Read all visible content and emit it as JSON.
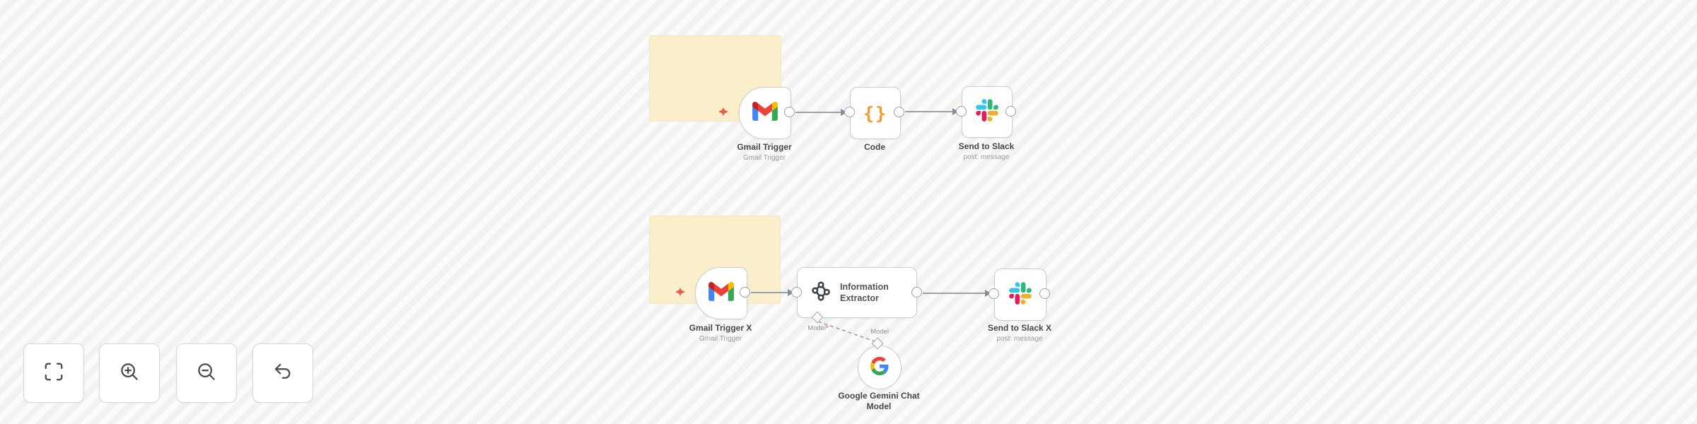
{
  "workflow_top": {
    "gmail_trigger": {
      "label": "Gmail Trigger",
      "subtitle": "Gmail Trigger"
    },
    "code": {
      "label": "Code"
    },
    "send_to_slack": {
      "label": "Send to Slack",
      "subtitle": "post: message"
    }
  },
  "workflow_bottom": {
    "gmail_trigger_x": {
      "label": "Gmail Trigger X",
      "subtitle": "Gmail Trigger"
    },
    "information_extractor": {
      "title": "Information Extractor"
    },
    "send_to_slack_x": {
      "label": "Send to Slack X",
      "subtitle": "post: message"
    },
    "google_gemini_chat_model": {
      "label": "Google Gemini Chat Model"
    },
    "model_output_port_label": "Model",
    "model_required_marker": "*",
    "model_input_port_label": "Model"
  },
  "icons": {
    "code_braces_glyph": "{}",
    "node_icons": [
      "gmail-icon",
      "code-braces-icon",
      "slack-icon",
      "information-extractor-icon",
      "google-icon"
    ],
    "control_icons": [
      "fit-view-icon",
      "zoom-in-icon",
      "zoom-out-icon",
      "undo-icon"
    ],
    "sparkle_icon": "ai-sparkle"
  },
  "colors": {
    "canvas_bg": "#f6f6f6",
    "sticky_note": "#faeecb",
    "sparkle": "#e85c49",
    "code_orange": "#f59b33",
    "node_border": "#c9ced6",
    "connector": "#9aa1ab",
    "label_text": "#474747",
    "subtitle_text": "#9b9b9b",
    "required_asterisk": "#d43b3b",
    "slack_blue": "#36C5F0",
    "slack_green": "#2EB67D",
    "slack_yellow": "#ECB22E",
    "slack_red": "#E01E5A",
    "google_blue": "#4285F4",
    "google_red": "#EA4335",
    "google_yellow": "#FBBC05",
    "google_green": "#34A853"
  }
}
